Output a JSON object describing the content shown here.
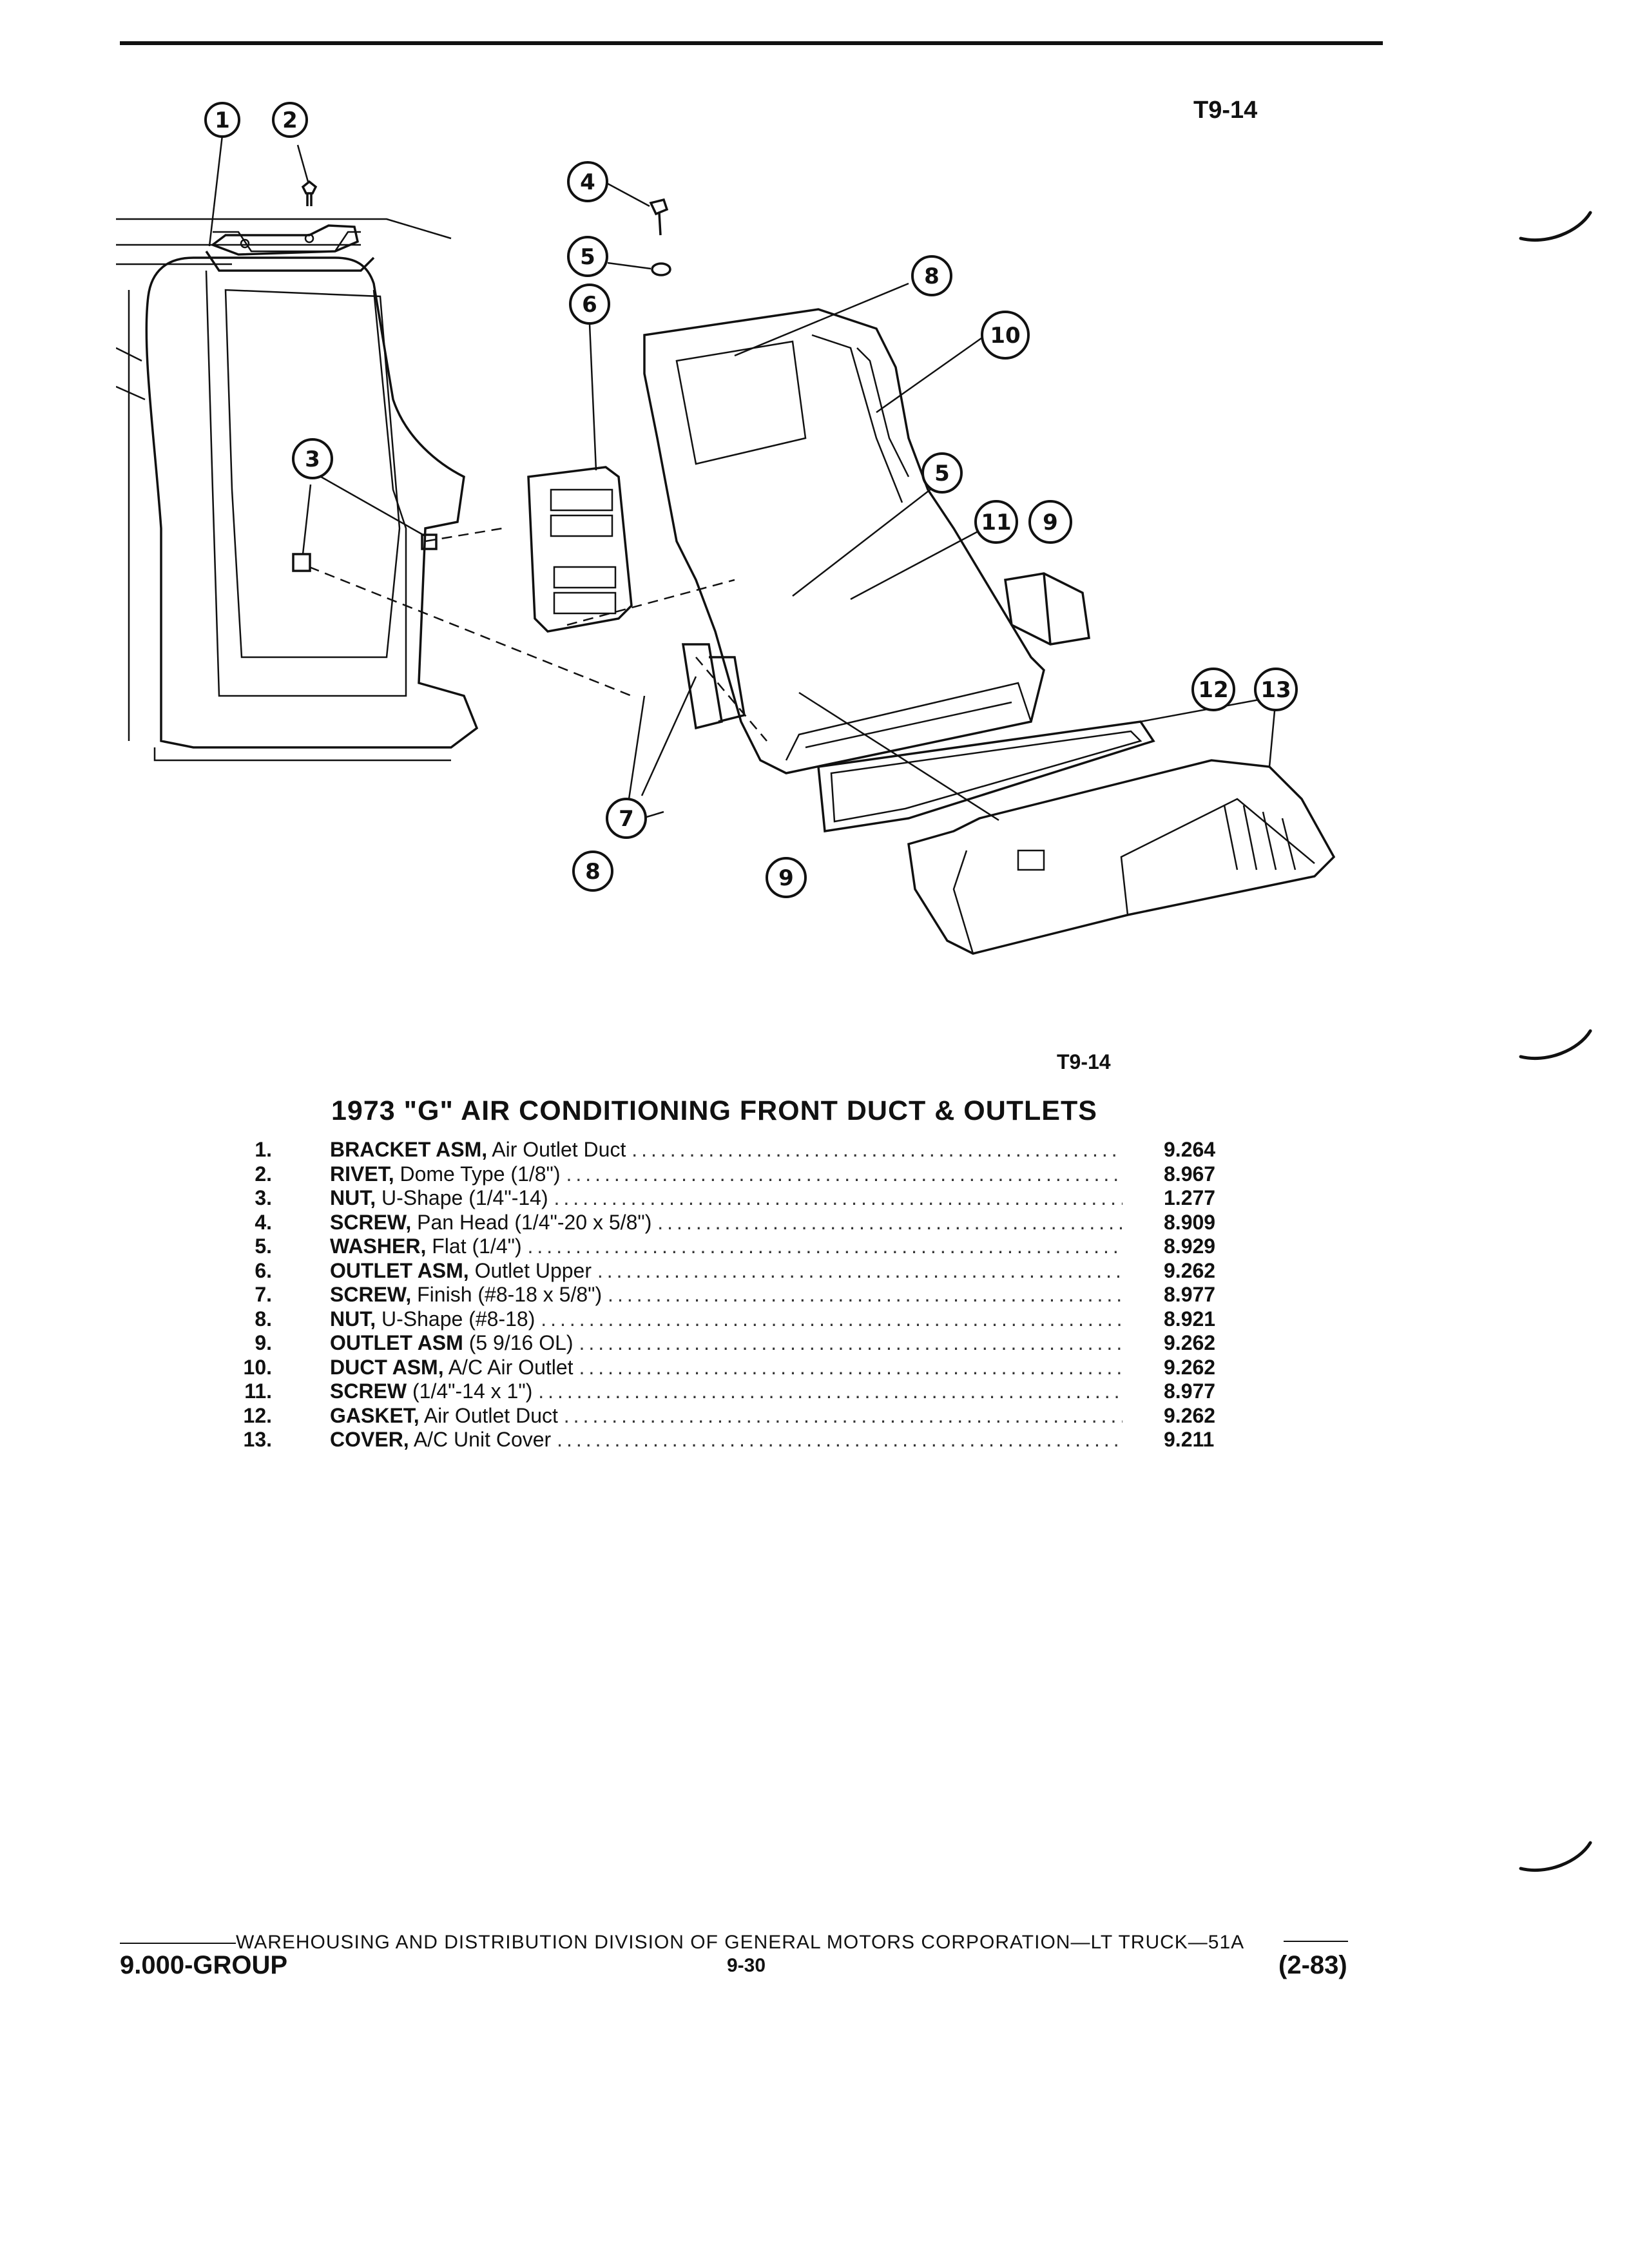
{
  "figure_id_top": "T9-14",
  "figure_id_bottom": "T9-14",
  "title": "1973 \"G\" AIR CONDITIONING FRONT DUCT & OUTLETS",
  "callouts": {
    "c1": "1",
    "c2": "2",
    "c3": "3",
    "c4": "4",
    "c5a": "5",
    "c5b": "5",
    "c6": "6",
    "c7": "7",
    "c8a": "8",
    "c8b": "8",
    "c9a": "9",
    "c9b": "9",
    "c10": "10",
    "c11": "11",
    "c12": "12",
    "c13": "13"
  },
  "parts": [
    {
      "num": "1.",
      "name": "BRACKET ASM,",
      "desc": "Air Outlet Duct",
      "code": "9.264"
    },
    {
      "num": "2.",
      "name": "RIVET,",
      "desc": "Dome Type (1/8\")",
      "code": "8.967"
    },
    {
      "num": "3.",
      "name": "NUT,",
      "desc": "U-Shape (1/4\"-14)",
      "code": "1.277"
    },
    {
      "num": "4.",
      "name": "SCREW,",
      "desc": "Pan Head (1/4\"-20 x 5/8\")",
      "code": "8.909"
    },
    {
      "num": "5.",
      "name": "WASHER,",
      "desc": "Flat (1/4\")",
      "code": "8.929"
    },
    {
      "num": "6.",
      "name": "OUTLET ASM,",
      "desc": "Outlet Upper",
      "code": "9.262"
    },
    {
      "num": "7.",
      "name": "SCREW,",
      "desc": "Finish (#8-18 x 5/8\")",
      "code": "8.977"
    },
    {
      "num": "8.",
      "name": "NUT,",
      "desc": "U-Shape (#8-18)",
      "code": "8.921"
    },
    {
      "num": "9.",
      "name": "OUTLET ASM",
      "desc": "(5 9/16 OL)",
      "code": "9.262"
    },
    {
      "num": "10.",
      "name": "DUCT ASM,",
      "desc": "A/C Air Outlet",
      "code": "9.262"
    },
    {
      "num": "11.",
      "name": "SCREW",
      "desc": "(1/4\"-14 x 1\")",
      "code": "8.977"
    },
    {
      "num": "12.",
      "name": "GASKET,",
      "desc": "Air Outlet Duct",
      "code": "9.262"
    },
    {
      "num": "13.",
      "name": "COVER,",
      "desc": "A/C Unit Cover",
      "code": "9.211"
    }
  ],
  "footer": {
    "division": "WAREHOUSING AND DISTRIBUTION DIVISION OF GENERAL MOTORS CORPORATION—LT TRUCK—51A",
    "group": "9.000-GROUP",
    "page": "9-30",
    "revision": "(2-83)"
  }
}
